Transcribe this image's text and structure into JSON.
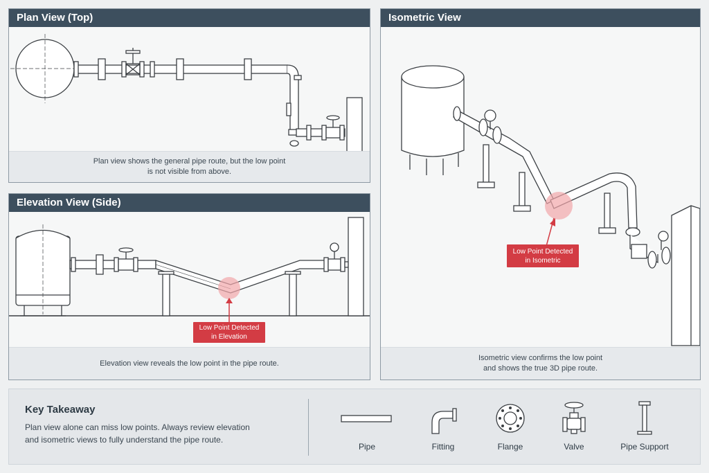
{
  "plan_view": {
    "title": "Plan View (Top)",
    "caption_line1": "Plan view shows the general pipe route, but the low point",
    "caption_line2": "is not visible from above."
  },
  "elevation_view": {
    "title": "Elevation View (Side)",
    "caption": "Elevation view reveals the low point in the pipe route.",
    "callout_line1": "Low Point Detected",
    "callout_line2": "in Elevation"
  },
  "isometric_view": {
    "title": "Isometric View",
    "caption_line1": "Isometric view confirms the low point",
    "caption_line2": "and shows the true 3D pipe route.",
    "callout_line1": "Low Point Detected",
    "callout_line2": "in Isometric"
  },
  "key_takeaway": {
    "title": "Key Takeaway",
    "text_line1": "Plan view alone can miss low points. Always review elevation",
    "text_line2": "and isometric views to fully understand the pipe route."
  },
  "legend": [
    {
      "label": "Pipe",
      "icon": "pipe-icon"
    },
    {
      "label": "Fitting",
      "icon": "fitting-icon"
    },
    {
      "label": "Flange",
      "icon": "flange-icon"
    },
    {
      "label": "Valve",
      "icon": "valve-icon"
    },
    {
      "label": "Pipe Support",
      "icon": "pipe-support-icon"
    }
  ],
  "colors": {
    "header": "#3d4f5e",
    "accent_red": "#d33c44",
    "highlight": "#f2a7aa",
    "line": "#3b3f43"
  }
}
